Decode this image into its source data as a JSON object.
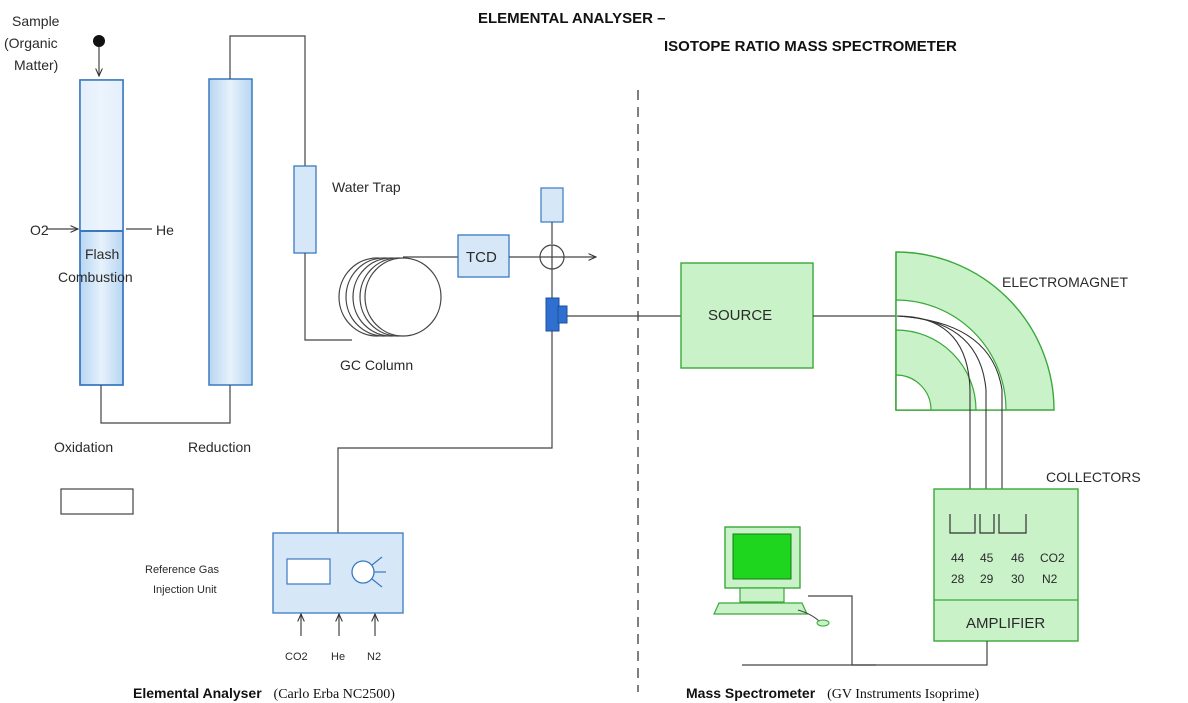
{
  "title": {
    "line1": "ELEMENTAL ANALYSER –",
    "line2": "ISOTOPE RATIO MASS SPECTROMETER"
  },
  "labels": {
    "sample_l1": "Sample",
    "sample_l2": "(Organic",
    "sample_l3": "Matter)",
    "o2": "O2",
    "he_in": "He",
    "flash_l1": "Flash",
    "flash_l2": "Combustion",
    "oxidation": "Oxidation",
    "reduction": "Reduction",
    "water_trap": "Water Trap",
    "tcd": "TCD",
    "gc_column": "GC Column",
    "ref_gas_l1": "Reference Gas",
    "ref_gas_l2": "Injection Unit",
    "gas_co2": "CO2",
    "gas_he": "He",
    "gas_n2": "N2",
    "source": "SOURCE",
    "electromagnet": "ELECTROMAGNET",
    "collectors": "COLLECTORS",
    "amplifier": "AMPLIFIER",
    "co2_masses": [
      "44",
      "45",
      "46"
    ],
    "co2_label": "CO2",
    "n2_masses": [
      "28",
      "29",
      "30"
    ],
    "n2_label": "N2"
  },
  "footer": {
    "ea_bold": "Elemental Analyser",
    "ea_model": "(Carlo Erba NC2500)",
    "ms_bold": "Mass Spectrometer",
    "ms_model": "(GV Instruments Isoprime)"
  },
  "colors": {
    "blue_fill": "#d6e8f8",
    "blue_stroke": "#3a78c0",
    "green_fill": "#c9f2c9",
    "green_stroke": "#3aa83a",
    "screen_green": "#1fd61f",
    "line": "#444444"
  }
}
